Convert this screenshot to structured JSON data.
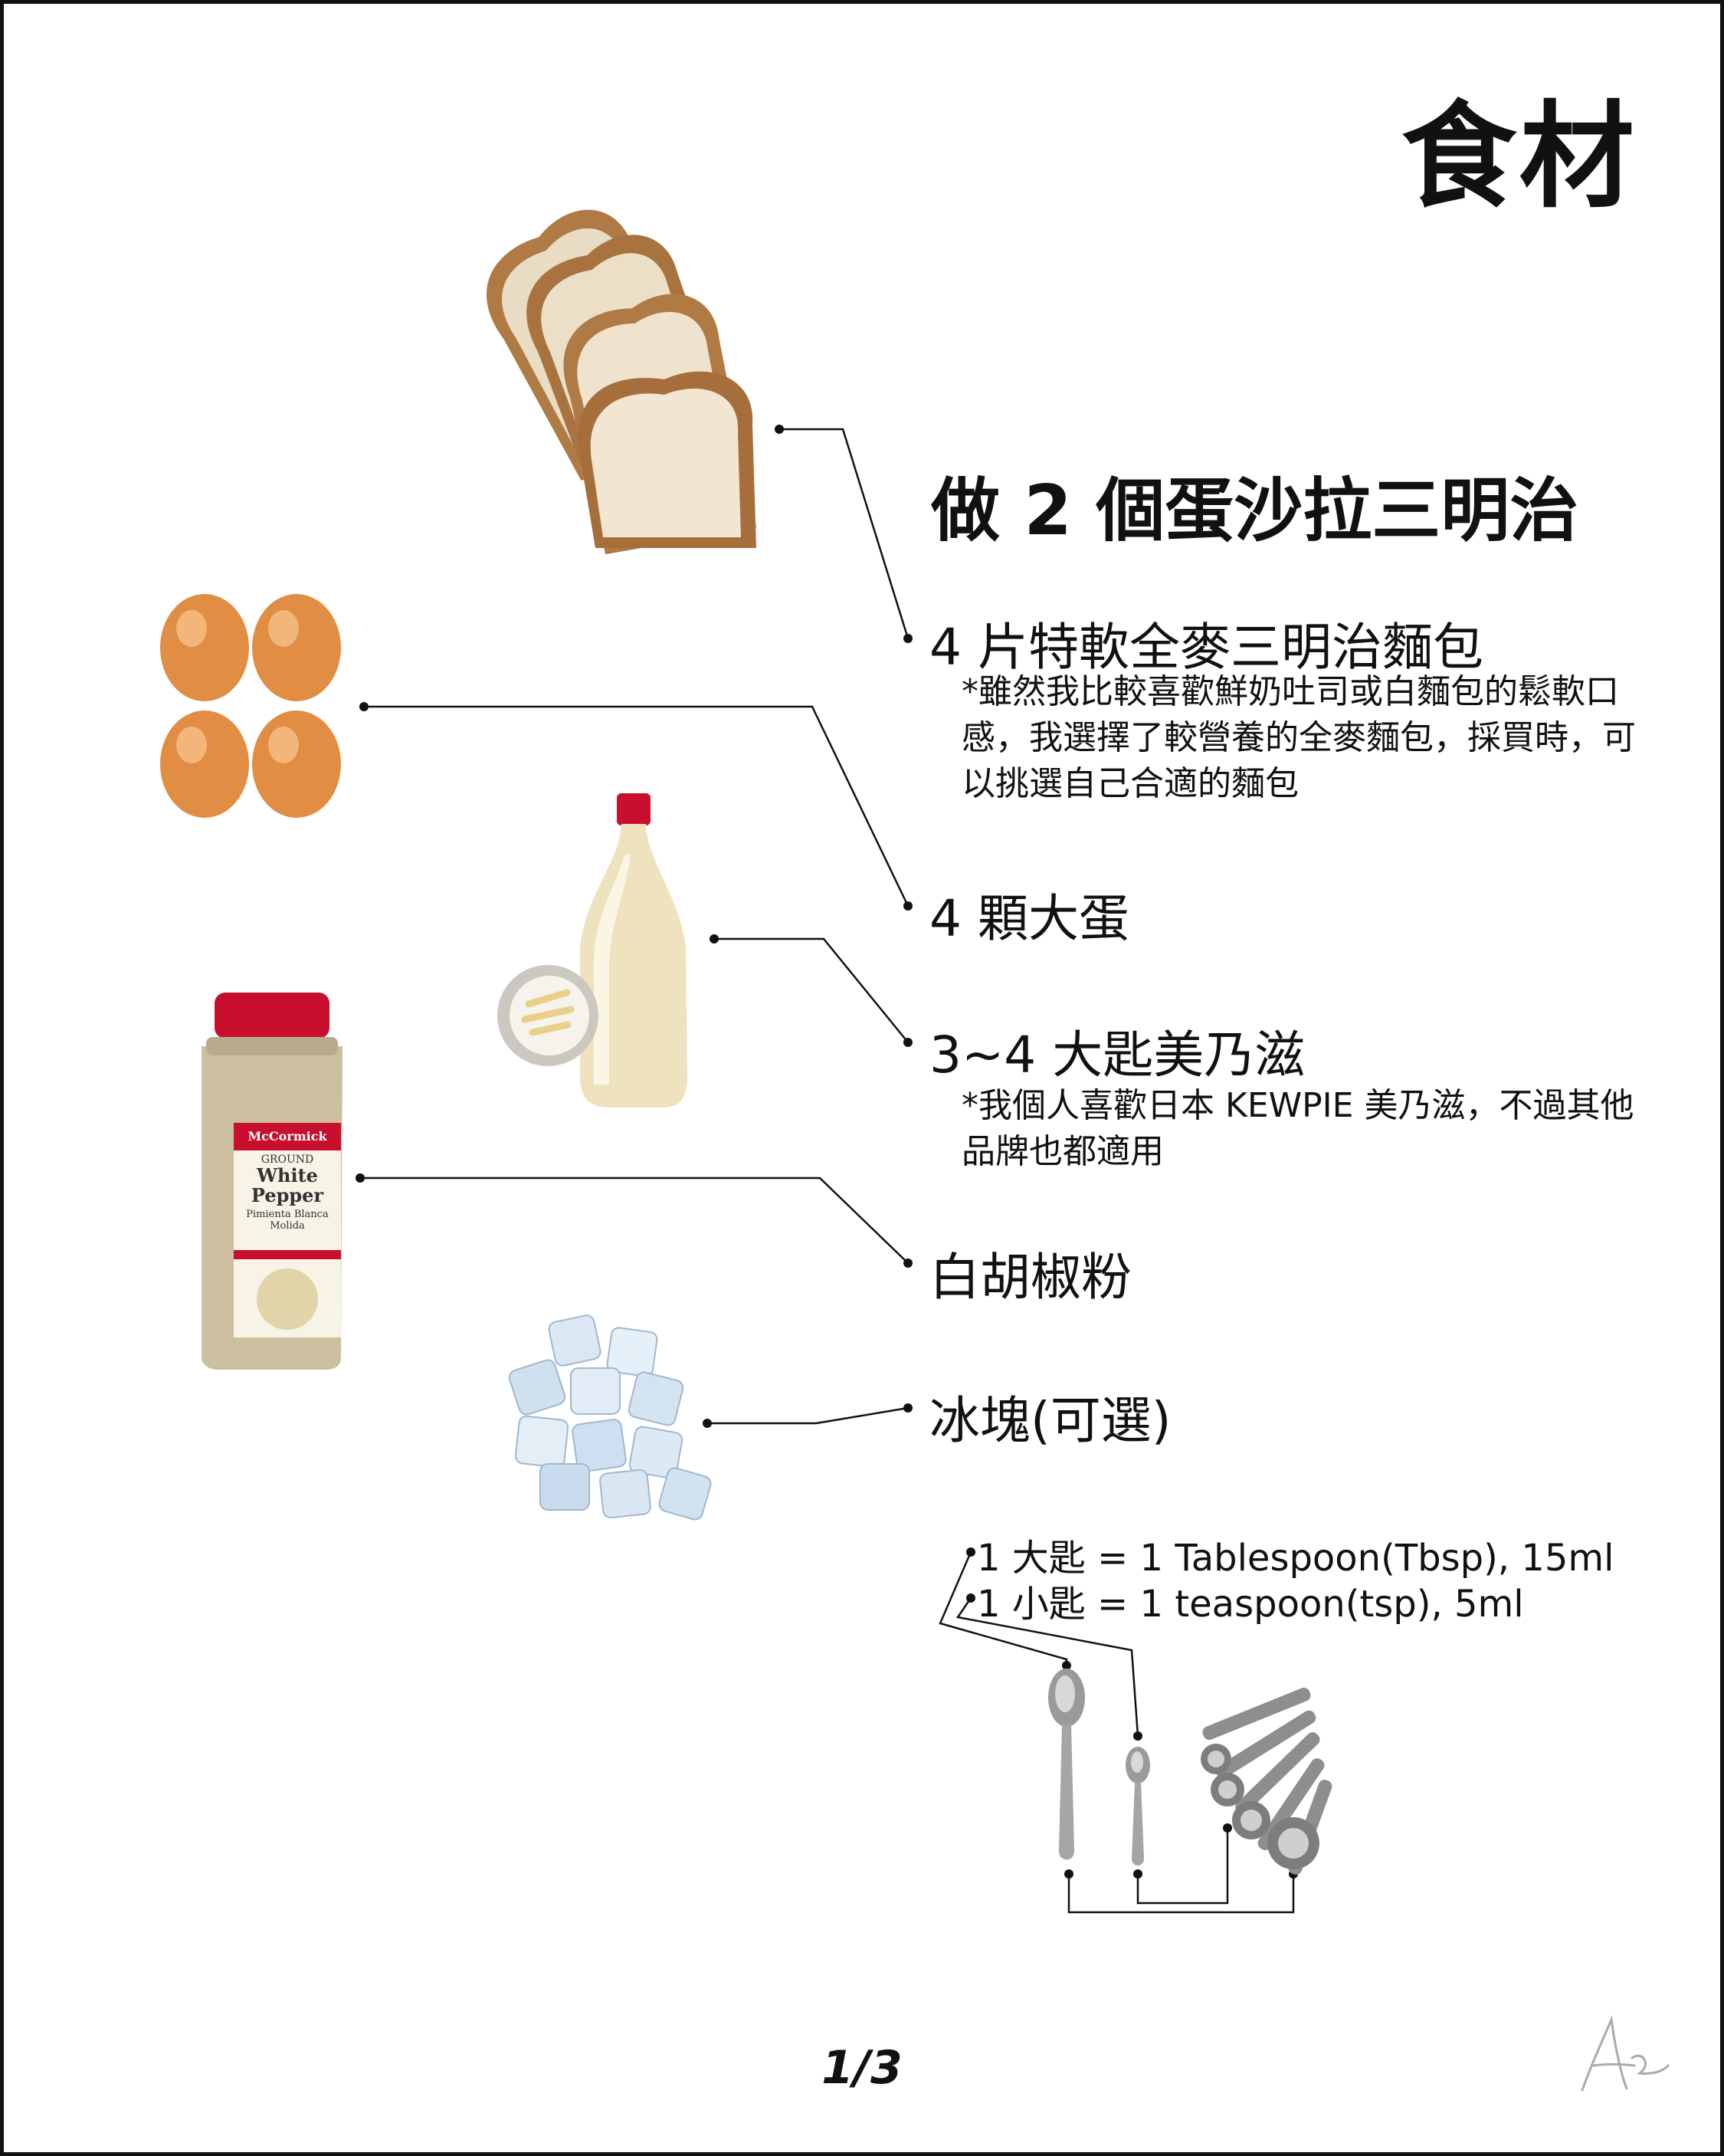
{
  "title": "食材",
  "subtitle": "做 2 個蛋沙拉三明治",
  "ingredients": [
    {
      "label": "4 片特軟全麥三明治麵包",
      "note": "*雖然我比較喜歡鮮奶吐司或白麵包的鬆軟口感，我選擇了較營養的全麥麵包，採買時，可以挑選自己合適的麵包"
    },
    {
      "label": "4 顆大蛋"
    },
    {
      "label": "3~4 大匙美乃滋",
      "note": "*我個人喜歡日本 KEWPIE 美乃滋，不過其他品牌也都適用"
    },
    {
      "label": "白胡椒粉"
    },
    {
      "label": "冰塊(可選)"
    }
  ],
  "conversions": {
    "tablespoon": "1 大匙 = 1 Tablespoon(Tbsp), 15ml",
    "teaspoon": "1 小匙 = 1 teaspoon(tsp), 5ml"
  },
  "pepper_jar": {
    "brand": "McCormick",
    "line1": "GROUND",
    "line2": "White",
    "line3": "Pepper",
    "line4": "Pimienta Blanca",
    "line5": "Molida"
  },
  "page_number": "1/3",
  "colors": {
    "accent_red": "#c8102e",
    "egg": "#e79a4f",
    "line": "#111111"
  }
}
